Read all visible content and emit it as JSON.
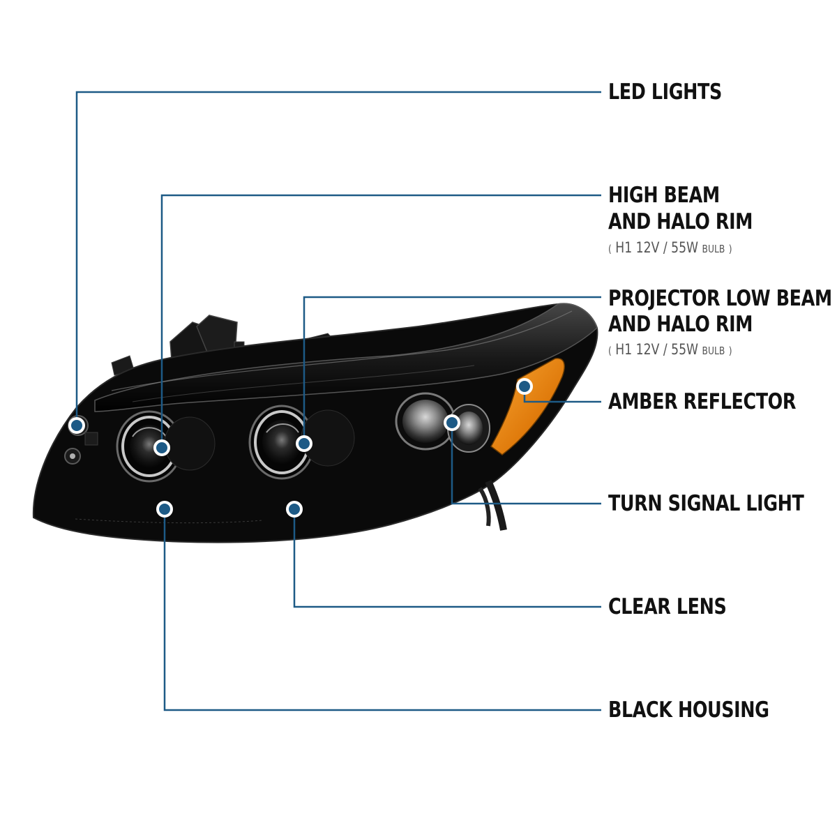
{
  "colors": {
    "leader_line": "#1d5a86",
    "dot_fill": "#1d5a86",
    "dot_ring": "#ffffff",
    "housing": "#0a0a0a",
    "amber": "#e07b0c",
    "label_text": "#111111"
  },
  "labels": {
    "led_lights": "LED LIGHTS",
    "high_beam_line1": "HIGH BEAM",
    "high_beam_line2": "AND HALO RIM",
    "high_beam_spec": {
      "open": "(",
      "bulb_type": "H1",
      "rating": "12V / 55W",
      "bulb": "BULB",
      "close": ")"
    },
    "projector_line1": "PROJECTOR LOW BEAM",
    "projector_line2": "AND HALO RIM",
    "projector_spec": {
      "open": "(",
      "bulb_type": "H1",
      "rating": "12V / 55W",
      "bulb": "BULB",
      "close": ")"
    },
    "amber_reflector": "AMBER REFLECTOR",
    "turn_signal": "TURN SIGNAL LIGHT",
    "clear_lens": "CLEAR LENS",
    "black_housing": "BLACK HOUSING"
  },
  "image": {
    "subject": "headlight-assembly",
    "icon": "headlight-icon"
  }
}
